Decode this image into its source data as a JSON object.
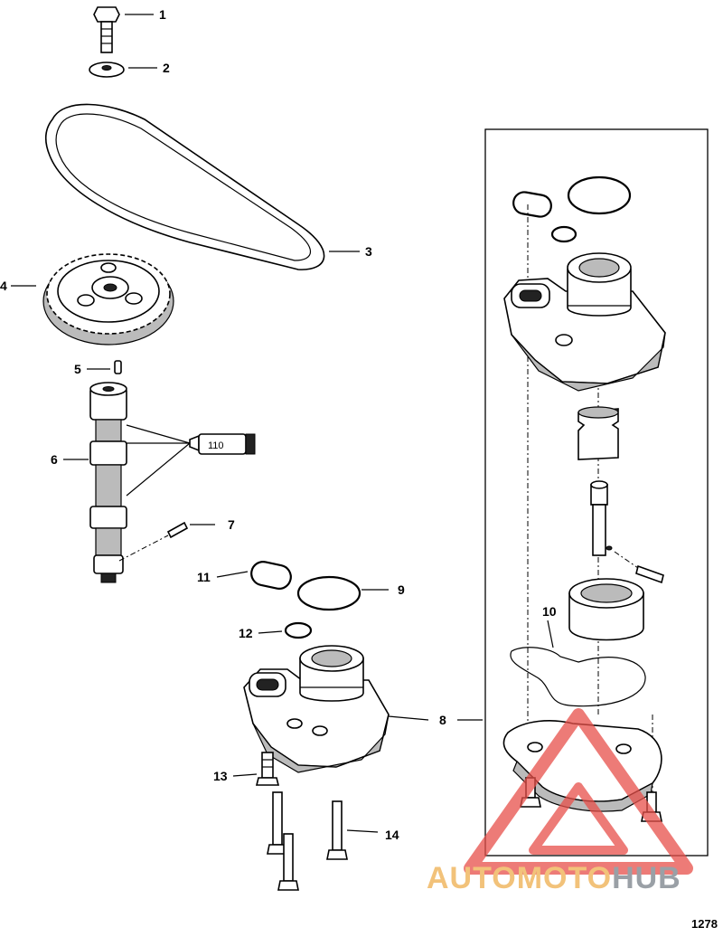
{
  "labels": [
    "1",
    "2",
    "3",
    "4",
    "5",
    "6",
    "7",
    "8",
    "9",
    "10",
    "11",
    "12",
    "13",
    "14"
  ],
  "tube_text": "110",
  "brand": {
    "part1": "AUTOMOTO",
    "part2": "HUB"
  },
  "figure_number": "1278",
  "colors": {
    "watermark_red": "#e8504a",
    "brand_orange": "#f2c27a",
    "brand_grey": "#9aa0a6"
  }
}
